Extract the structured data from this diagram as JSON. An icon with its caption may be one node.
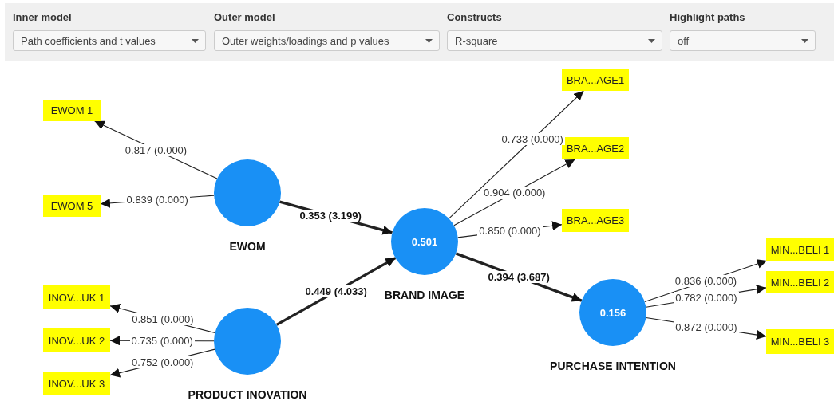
{
  "diagram": {
    "nodes": [
      {
        "text": [
          "EWOM"
        ]
      },
      {
        "text": [
          "0.501",
          "BRAND IMAGE"
        ]
      },
      {
        "text": [
          "PRODUCT INOVATION"
        ]
      },
      {
        "text": [
          "0.156",
          "PURCHASE INTENTION"
        ]
      },
      {
        "text": [
          "EWOM 1"
        ]
      },
      {
        "text": [
          "EWOM 5"
        ]
      },
      {
        "text": [
          "BRA...AGE1"
        ]
      },
      {
        "text": [
          "BRA...AGE2"
        ]
      },
      {
        "text": [
          "BRA...AGE3"
        ]
      },
      {
        "text": [
          "INOV...UK 1"
        ]
      },
      {
        "text": [
          "INOV...UK 2"
        ]
      },
      {
        "text": [
          "INOV...UK 3"
        ]
      },
      {
        "text": [
          "MIN...BELI 1"
        ]
      },
      {
        "text": [
          "MIN...BELI 2"
        ]
      },
      {
        "text": [
          "MIN...BELI 3"
        ]
      }
    ],
    "edges": [
      {
        "from": 0,
        "to": 1,
        "arrow": "to",
        "label": "0.353 (3.199)",
        "style": "thick"
      },
      {
        "from": 2,
        "to": 1,
        "arrow": "to",
        "label": "0.449 (4.033)",
        "style": "thick"
      },
      {
        "from": 1,
        "to": 3,
        "arrow": "to",
        "label": "0.394 (3.687)",
        "style": "thick"
      },
      {
        "from": 0,
        "to": 4,
        "arrow": "to",
        "label": "0.817 (0.000)"
      },
      {
        "from": 0,
        "to": 5,
        "arrow": "to",
        "label": "0.839 (0.000)"
      },
      {
        "from": 1,
        "to": 6,
        "arrow": "to",
        "label": "0.733 (0.000)"
      },
      {
        "from": 1,
        "to": 7,
        "arrow": "to",
        "label": "0.904 (0.000)"
      },
      {
        "from": 1,
        "to": 8,
        "arrow": "to",
        "label": "0.850 (0.000)"
      },
      {
        "from": 2,
        "to": 9,
        "arrow": "to",
        "label": "0.851 (0.000)"
      },
      {
        "from": 2,
        "to": 10,
        "arrow": "to",
        "label": "0.735 (0.000)"
      },
      {
        "from": 2,
        "to": 11,
        "arrow": "to",
        "label": "0.752 (0.000)"
      },
      {
        "from": 3,
        "to": 12,
        "arrow": "to",
        "label": "0.836 (0.000)"
      },
      {
        "from": 3,
        "to": 13,
        "arrow": "to",
        "label": "0.782 (0.000)"
      },
      {
        "from": 3,
        "to": 14,
        "arrow": "to",
        "label": "0.872 (0.000)"
      }
    ],
    "labels": [
      "Inner model",
      "Outer model",
      "Constructs",
      "Highlight paths",
      "Path coefficients and t values",
      "Outer weights/loadings and p values",
      "R-square",
      "off"
    ]
  }
}
